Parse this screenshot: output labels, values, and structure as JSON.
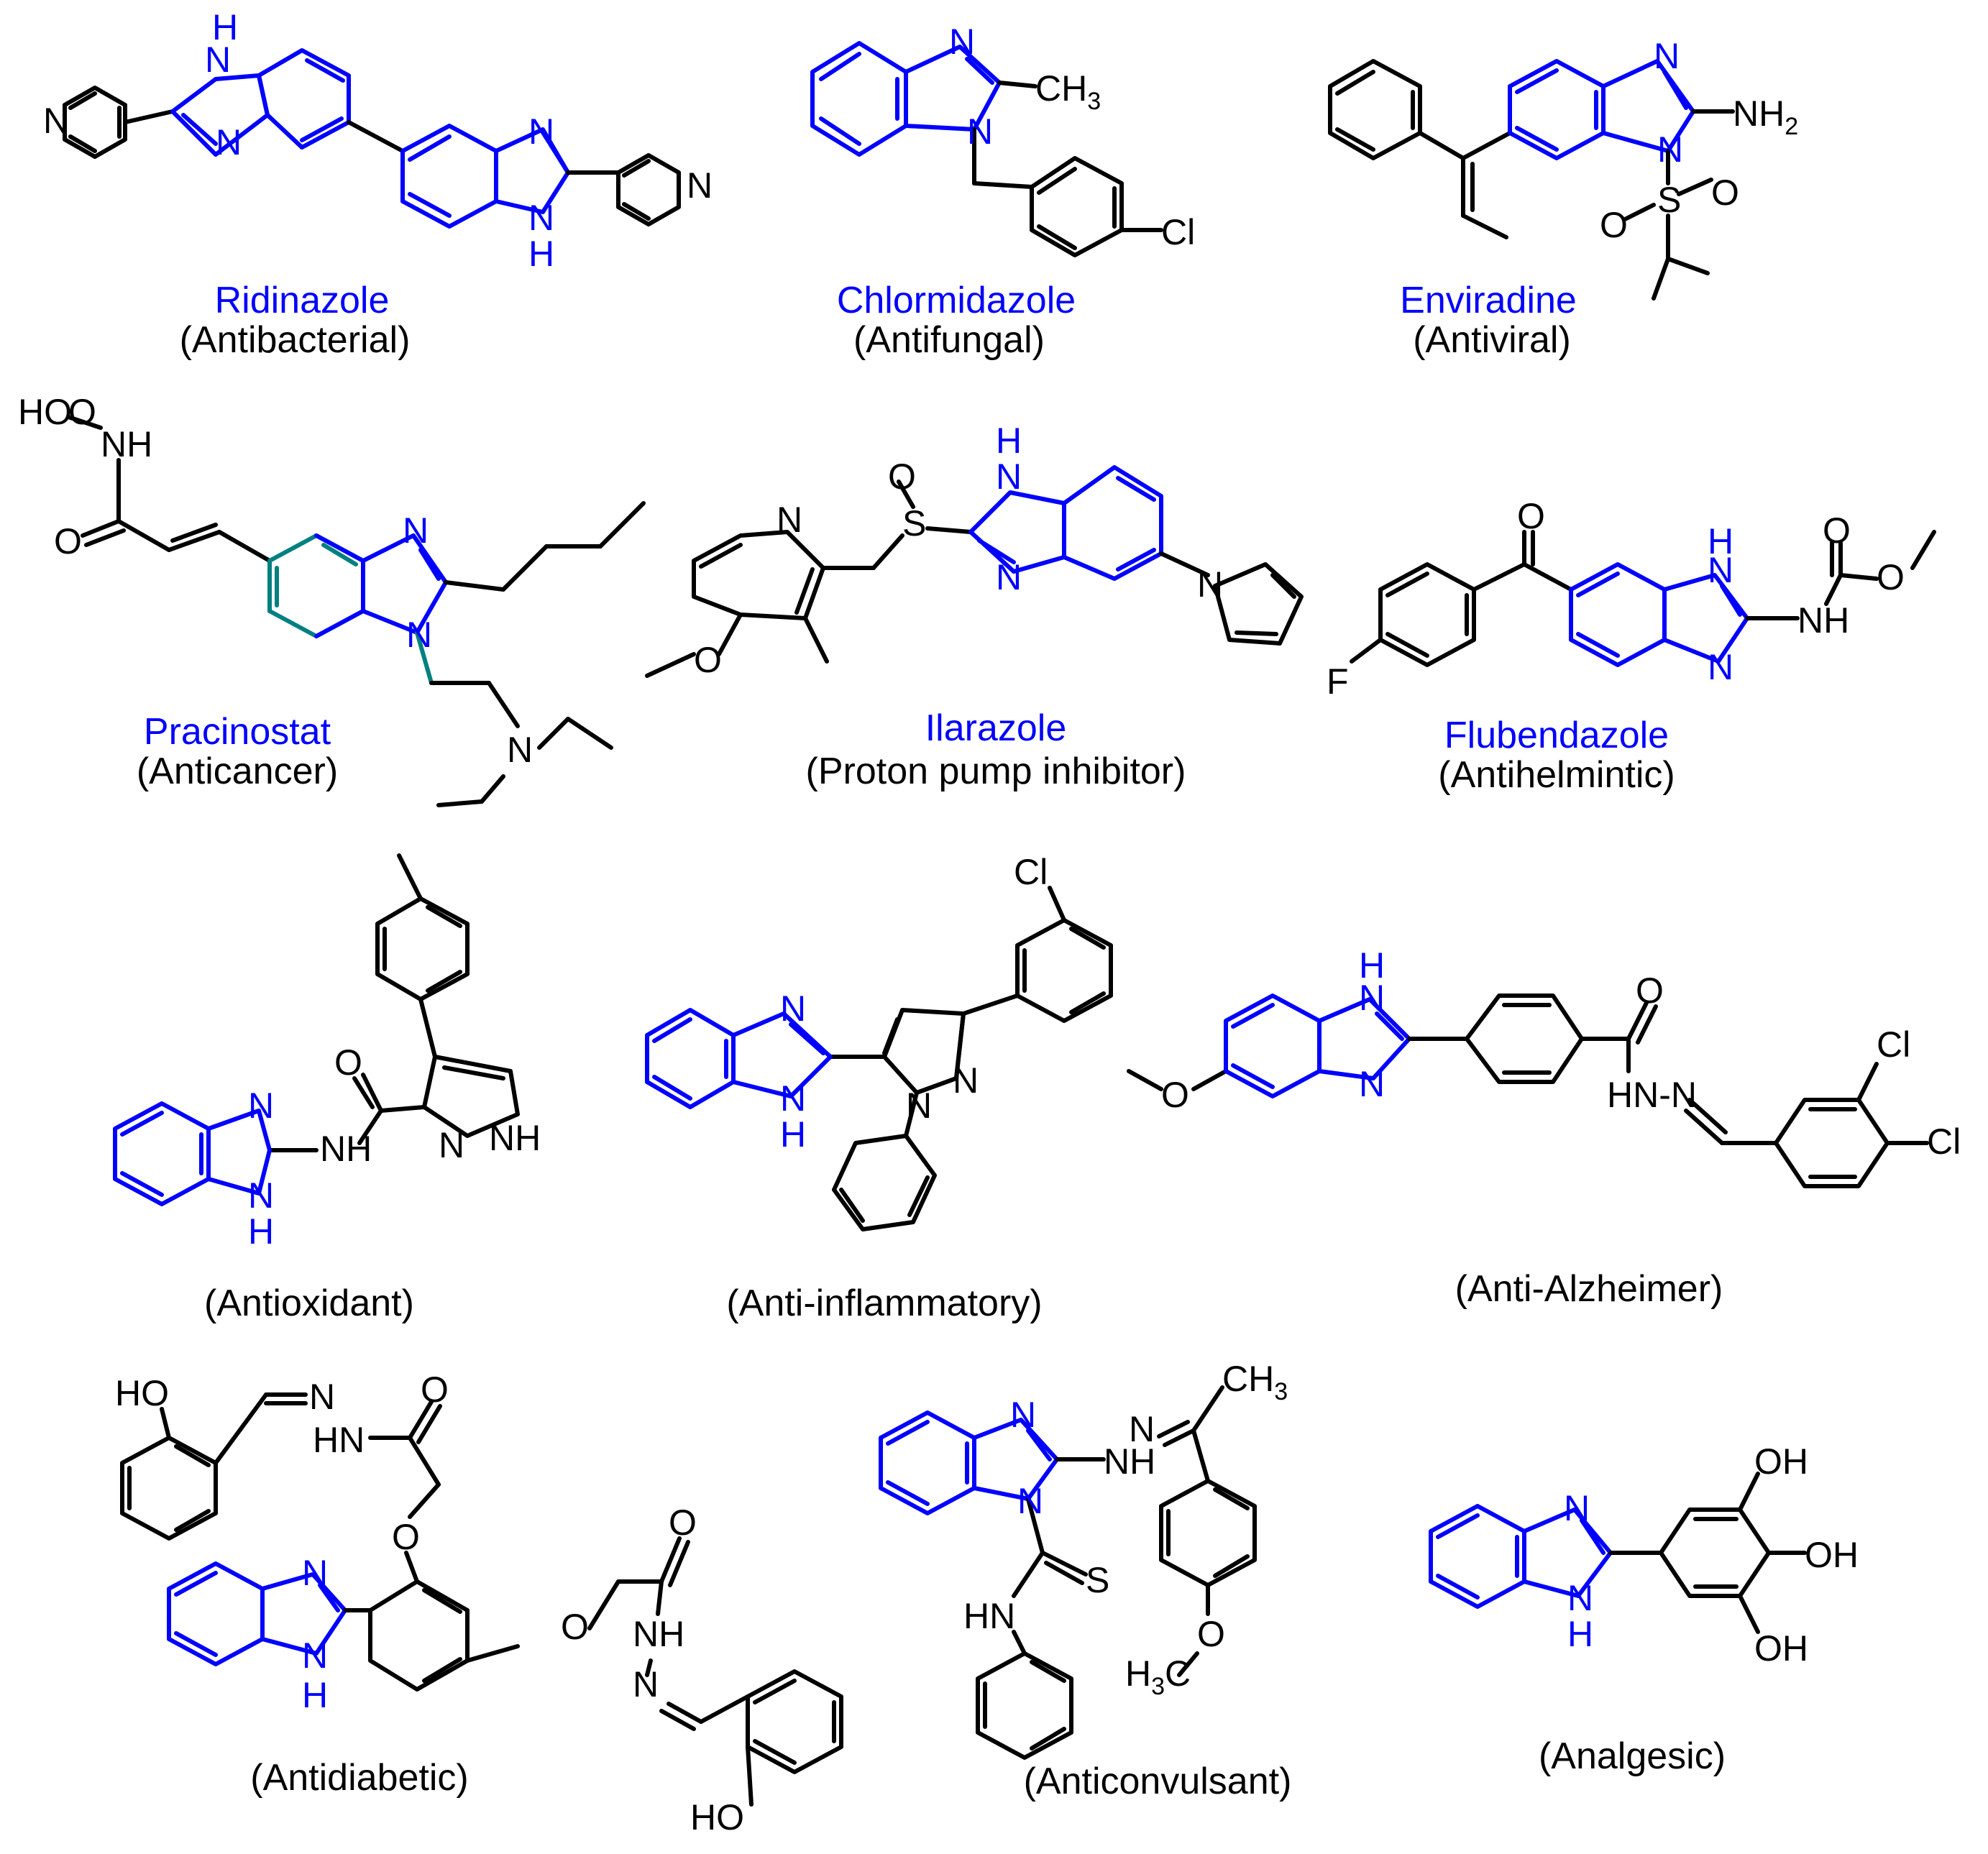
{
  "colors": {
    "scaffold": "#0000ff",
    "bonds": "#000000",
    "pracinostat_highlight": "#008080",
    "background": "#ffffff"
  },
  "compounds": [
    {
      "id": "ridinazole",
      "name": "Ridinazole",
      "activity": "(Antibacterial)"
    },
    {
      "id": "chlormidazole",
      "name": "Chlormidazole",
      "activity": "(Antifungal)"
    },
    {
      "id": "enviradine",
      "name": "Enviradine",
      "activity": "(Antiviral)"
    },
    {
      "id": "pracinostat",
      "name": "Pracinostat",
      "activity": "(Anticancer)"
    },
    {
      "id": "ilarazole",
      "name": "Ilarazole",
      "activity": "(Proton pump inhibitor)"
    },
    {
      "id": "flubendazole",
      "name": "Flubendazole",
      "activity": "(Antihelmintic)"
    },
    {
      "id": "antioxidant",
      "name": "",
      "activity": "(Antioxidant)"
    },
    {
      "id": "antiinflammatory",
      "name": "",
      "activity": "(Anti-inflammatory)"
    },
    {
      "id": "antialzheimer",
      "name": "",
      "activity": "(Anti-Alzheimer)"
    },
    {
      "id": "antidiabetic",
      "name": "",
      "activity": "(Antidiabetic)"
    },
    {
      "id": "anticonvulsant",
      "name": "",
      "activity": "(Anticonvulsant)"
    },
    {
      "id": "analgesic",
      "name": "",
      "activity": "(Analgesic)"
    }
  ],
  "atoms": {
    "n": "N",
    "nh": "NH",
    "h": "H",
    "hn": "HN",
    "o": "O",
    "s": "S",
    "cl": "Cl",
    "f": "F",
    "oh": "OH",
    "ho": "HO",
    "hono": "HO",
    "ch3": "CH",
    "three": "3",
    "h3c_h": "H",
    "h3c_c": "C",
    "nh2": "NH",
    "two": "2",
    "hnn": "HN-N"
  }
}
